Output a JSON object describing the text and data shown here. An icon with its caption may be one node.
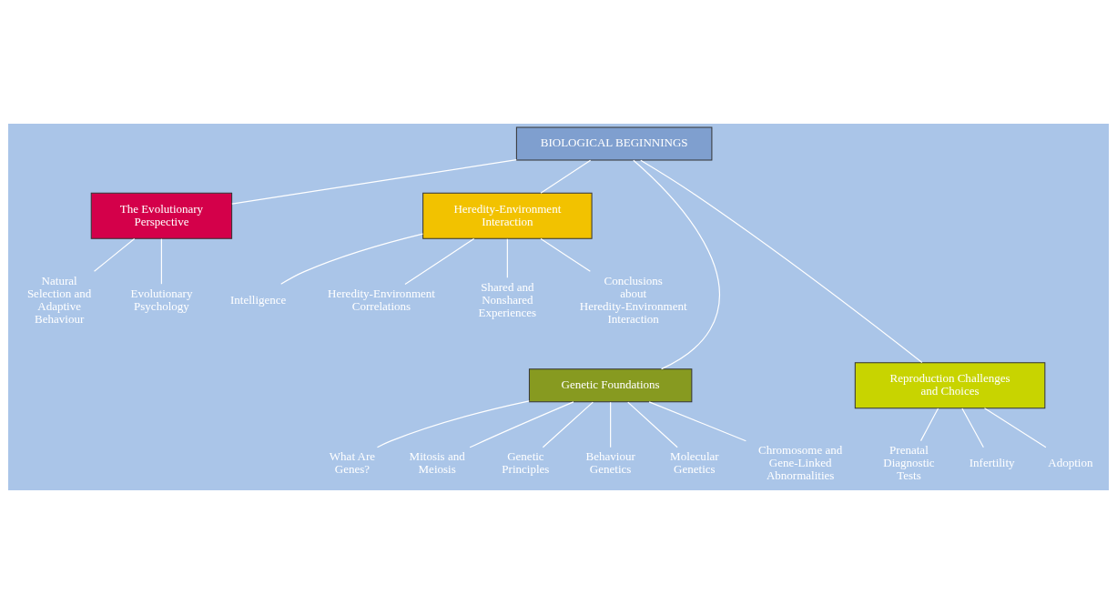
{
  "diagram": {
    "nodes": [
      {
        "text": [
          "BIOLOGICAL BEGINNINGS"
        ]
      },
      {
        "text": [
          "The Evolutionary Perspective"
        ]
      },
      {
        "text": [
          "Natural Selection and Adaptive Behaviour"
        ]
      },
      {
        "text": [
          "Evolutionary Psychology"
        ]
      },
      {
        "text": [
          "Heredity-Environment Interaction"
        ]
      },
      {
        "text": [
          "Intelligence"
        ]
      },
      {
        "text": [
          "Heredity-Environment Correlations"
        ]
      },
      {
        "text": [
          "Shared and Nonshared Experiences"
        ]
      },
      {
        "text": [
          "Conclusions about Heredity-Environment Interaction"
        ]
      },
      {
        "text": [
          "Genetic Foundations"
        ]
      },
      {
        "text": [
          "What Are Genes?"
        ]
      },
      {
        "text": [
          "Mitosis and Meiosis"
        ]
      },
      {
        "text": [
          "Genetic Principles"
        ]
      },
      {
        "text": [
          "Behaviour Genetics"
        ]
      },
      {
        "text": [
          "Molecular Genetics"
        ]
      },
      {
        "text": [
          "Chromosome and Gene-Linked Abnormalities"
        ]
      },
      {
        "text": [
          "Reproduction Challenges and Choices"
        ]
      },
      {
        "text": [
          "Prenatal Diagnostic Tests"
        ]
      },
      {
        "text": [
          "Infertility"
        ]
      },
      {
        "text": [
          "Adoption"
        ]
      }
    ],
    "edges": [
      {
        "from": 0,
        "to": 1,
        "arrow": "none"
      },
      {
        "from": 0,
        "to": 9,
        "arrow": "none"
      },
      {
        "from": 0,
        "to": 16,
        "arrow": "none"
      },
      {
        "from": 0,
        "to": 4,
        "arrow": "none"
      },
      {
        "from": 1,
        "to": 2,
        "arrow": "none"
      },
      {
        "from": 1,
        "to": 3,
        "arrow": "none"
      },
      {
        "from": 4,
        "to": 5,
        "arrow": "none"
      },
      {
        "from": 4,
        "to": 6,
        "arrow": "none"
      },
      {
        "from": 4,
        "to": 7,
        "arrow": "none"
      },
      {
        "from": 4,
        "to": 8,
        "arrow": "none"
      },
      {
        "from": 9,
        "to": 10,
        "arrow": "none"
      },
      {
        "from": 9,
        "to": 11,
        "arrow": "none"
      },
      {
        "from": 9,
        "to": 12,
        "arrow": "none"
      },
      {
        "from": 9,
        "to": 13,
        "arrow": "none"
      },
      {
        "from": 9,
        "to": 14,
        "arrow": "none"
      },
      {
        "from": 9,
        "to": 15,
        "arrow": "none"
      },
      {
        "from": 16,
        "to": 17,
        "arrow": "none"
      },
      {
        "from": 16,
        "to": 18,
        "arrow": "none"
      },
      {
        "from": 16,
        "to": 19,
        "arrow": "none"
      }
    ]
  }
}
